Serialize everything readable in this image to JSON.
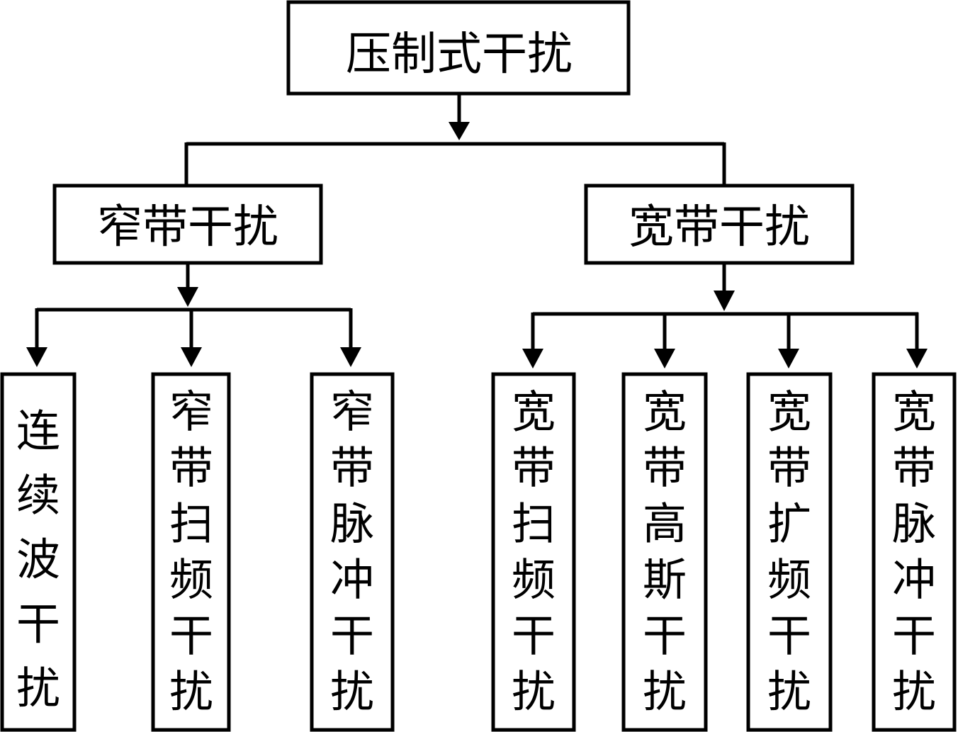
{
  "root": {
    "label": "压制式干扰"
  },
  "branches": [
    {
      "label": "窄带干扰",
      "children": [
        "连续波干扰",
        "窄带扫频干扰",
        "窄带脉冲干扰"
      ]
    },
    {
      "label": "宽带干扰",
      "children": [
        "宽带扫频干扰",
        "宽带高斯干扰",
        "宽带扩频干扰",
        "宽带脉冲干扰"
      ]
    }
  ]
}
